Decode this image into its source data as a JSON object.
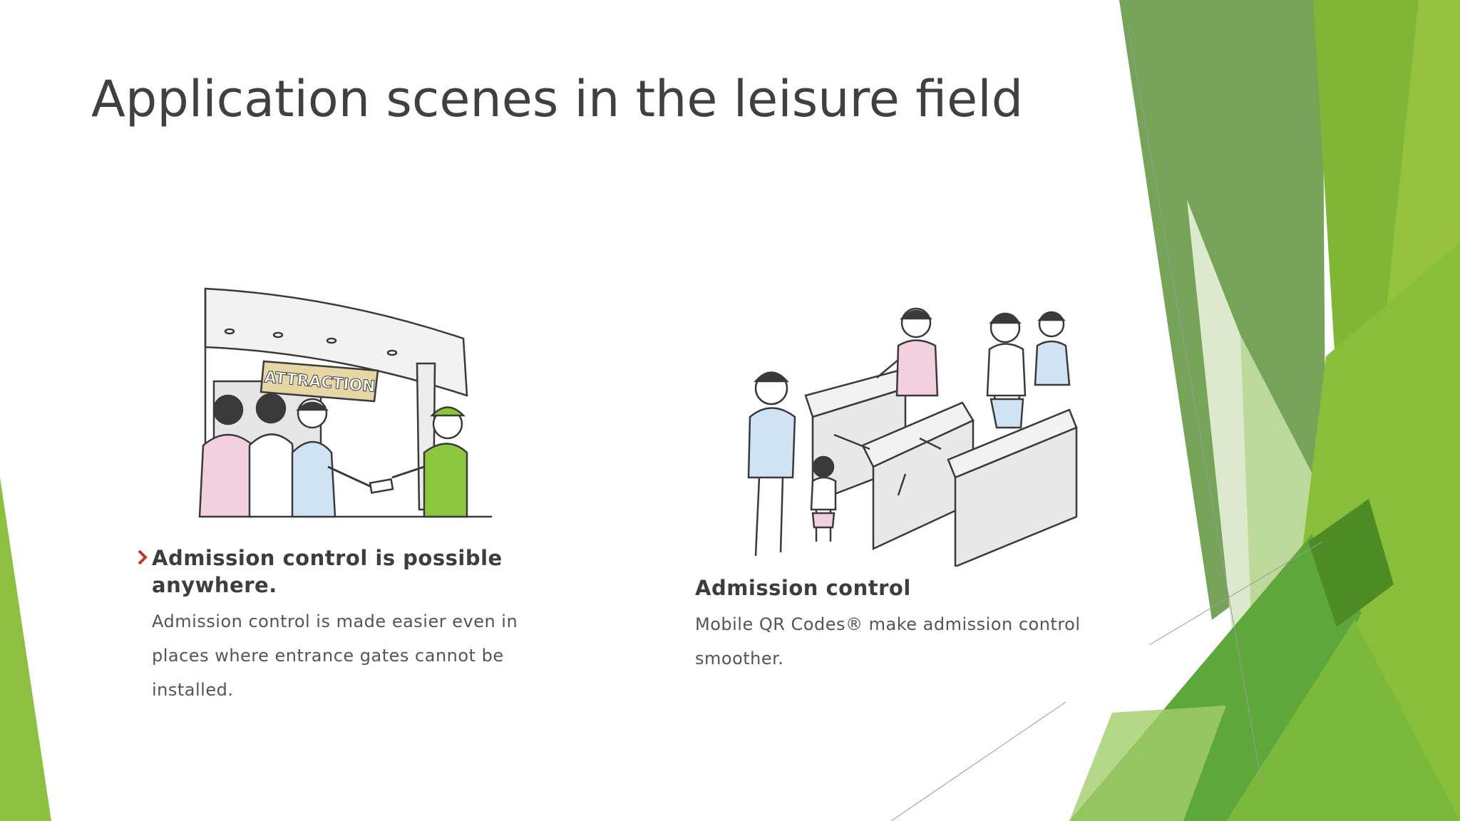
{
  "slide": {
    "title": "Application scenes in the leisure field"
  },
  "scenes": [
    {
      "illustration_sign": "ATTRACTION",
      "heading": "Admission control is possible anywhere.",
      "heading_line1": "Admission control is possible",
      "heading_line2": "anywhere.",
      "body_lines": [
        "Admission control is made easier even in",
        "places where entrance gates cannot be",
        "installed."
      ]
    },
    {
      "heading": "Admission control",
      "body_lines": [
        "Mobile QR Codes® make admission control",
        "smoother."
      ]
    }
  ],
  "colors": {
    "accent_green_dark": "#4e8c2c",
    "accent_green_mid": "#76b43a",
    "accent_green_light": "#a6cf63",
    "chevron_red": "#c0392b",
    "title_text": "#404040"
  }
}
